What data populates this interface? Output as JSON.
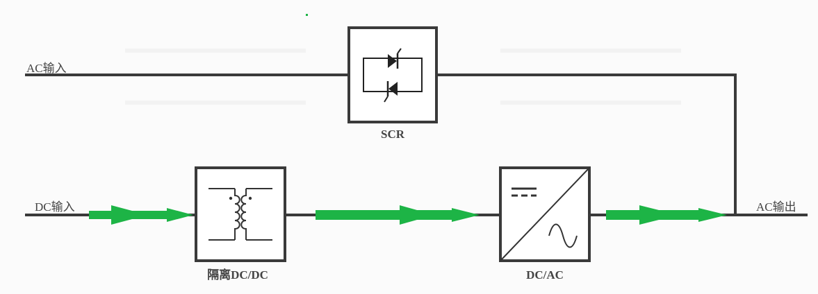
{
  "labels": {
    "ac_input": "AC输入",
    "dc_input": "DC输入",
    "ac_output": "AC输出",
    "scr": "SCR",
    "isolated_dcdc": "隔离DC/DC",
    "dcac": "DC/AC"
  },
  "colors": {
    "line": "#3a3a3a",
    "box_border": "#3a3a3a",
    "flow_arrow": "#1db446",
    "thyristor": "#222222",
    "background": "#fbfbfb"
  },
  "icons": {
    "scr": "thyristor-antiparallel-icon",
    "dcdc": "isolation-transformer-icon",
    "dcac": "inverter-dc-to-ac-icon"
  }
}
